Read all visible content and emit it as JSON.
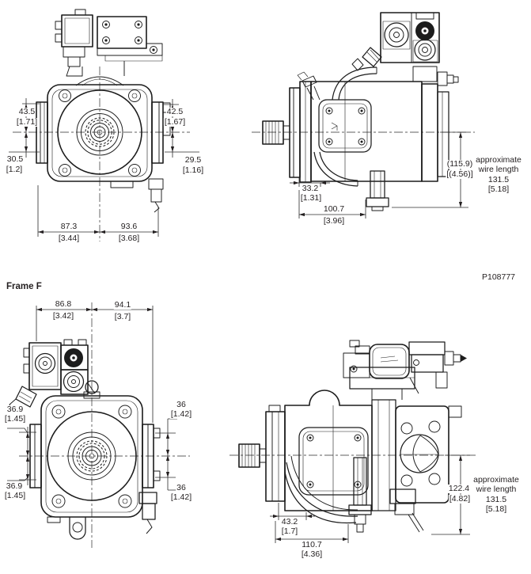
{
  "figure": {
    "part_number": "P108777",
    "frame_label": "Frame F"
  },
  "top_front": {
    "left_top_mm": "43.5",
    "left_top_in": "[1.71]",
    "left_bottom_mm": "30.5",
    "left_bottom_in": "[1.2]",
    "right_top_mm": "42.5",
    "right_top_in": "[1.67]",
    "right_bottom_mm": "29.5",
    "right_bottom_in": "[1.16]",
    "bottom_left_mm": "87.3",
    "bottom_left_in": "[3.44]",
    "bottom_right_mm": "93.6",
    "bottom_right_in": "[3.68]"
  },
  "top_side": {
    "offset_mm": "33.2",
    "offset_in": "[1.31]",
    "length_mm": "100.7",
    "length_in": "[3.96]",
    "height_mm": "(115.9)",
    "height_in": "[(4.56)]",
    "wire_note_line1": "approximate",
    "wire_note_line2": "wire length",
    "wire_note_line3": "131.5",
    "wire_note_line4": "[5.18]"
  },
  "bottom_front": {
    "top_left_mm": "86.8",
    "top_left_in": "[3.42]",
    "top_right_mm": "94.1",
    "top_right_in": "[3.7]",
    "left_top_mm": "36.9",
    "left_top_in": "[1.45]",
    "left_bottom_mm": "36.9",
    "left_bottom_in": "[1.45]",
    "right_top_mm": "36",
    "right_top_in": "[1.42]",
    "right_bottom_mm": "36",
    "right_bottom_in": "[1.42]"
  },
  "bottom_side": {
    "offset_mm": "43.2",
    "offset_in": "[1.7]",
    "length_mm": "110.7",
    "length_in": "[4.36]",
    "height_mm": "122.4",
    "height_in": "[4.82]",
    "wire_note_line1": "approximate",
    "wire_note_line2": "wire length",
    "wire_note_line3": "131.5",
    "wire_note_line4": "[5.18]"
  }
}
